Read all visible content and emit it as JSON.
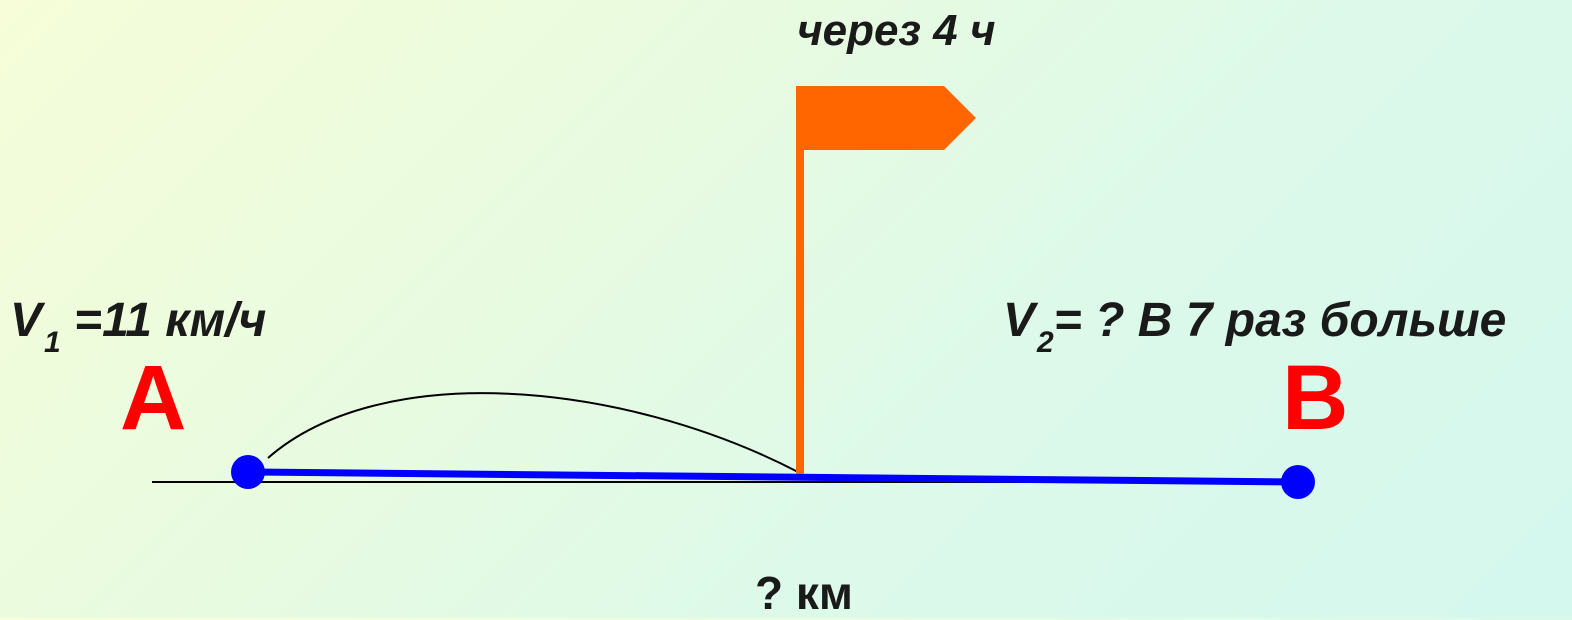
{
  "diagram": {
    "time_label": "через 4 ч",
    "distance_label": "? км",
    "speed1": {
      "symbol": "V",
      "subscript": "1",
      "text": " =11 км/ч"
    },
    "speed2": {
      "symbol": "V",
      "subscript": "2",
      "text": "= ? В 7 раз больше"
    },
    "point_a": "А",
    "point_b": "В",
    "colors": {
      "route": "#0000ff",
      "flag": "#ff6600",
      "point_label": "#ff0000",
      "text": "#1a1a1a",
      "baseline": "#000000"
    }
  }
}
